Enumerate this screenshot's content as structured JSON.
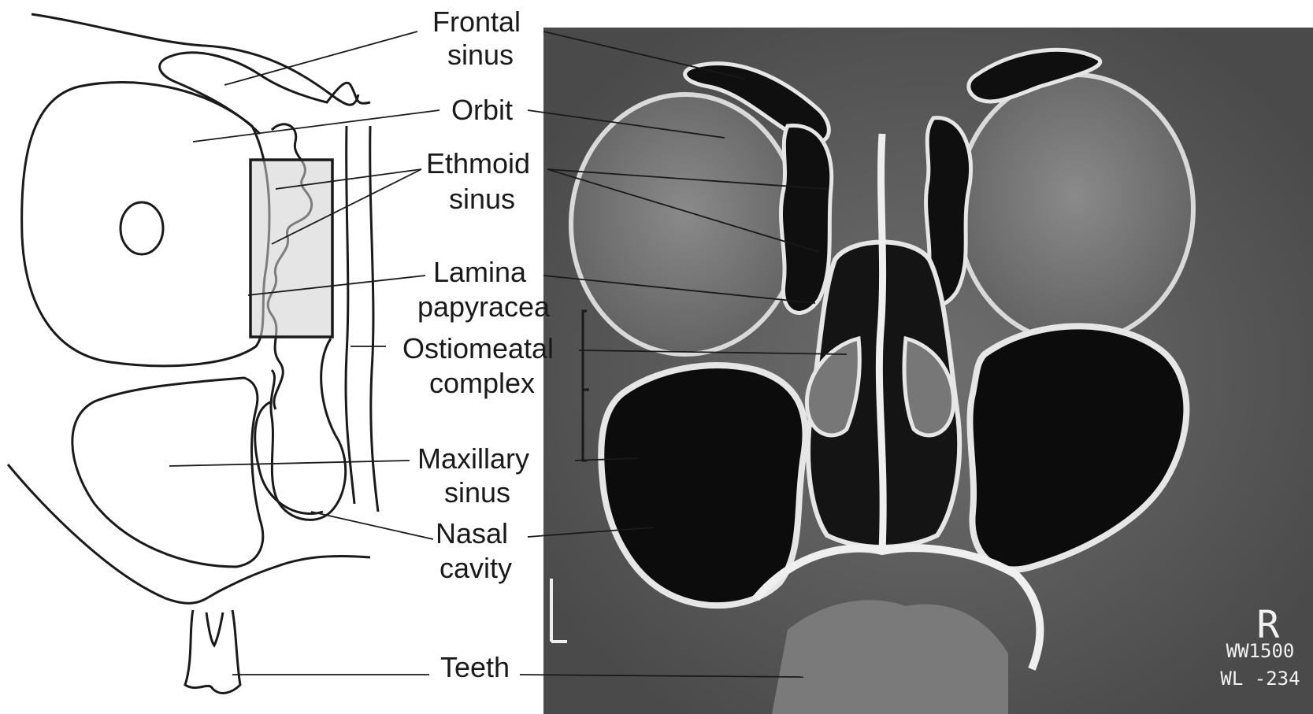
{
  "labels": {
    "frontal_sinus": [
      "Frontal",
      "sinus"
    ],
    "orbit": [
      "Orbit"
    ],
    "ethmoid_sinus": [
      "Ethmoid",
      "sinus"
    ],
    "lamina_papyracea": [
      "Lamina",
      "papyracea"
    ],
    "ostiomeatal_complex": [
      "Ostiomeatal",
      "complex"
    ],
    "maxillary_sinus": [
      "Maxillary",
      "sinus"
    ],
    "nasal_cavity": [
      "Nasal",
      "cavity"
    ],
    "teeth": [
      "Teeth"
    ]
  },
  "scan_overlay": {
    "side_marker": "R",
    "window_width": "WW1500",
    "window_level": "WL -234"
  }
}
